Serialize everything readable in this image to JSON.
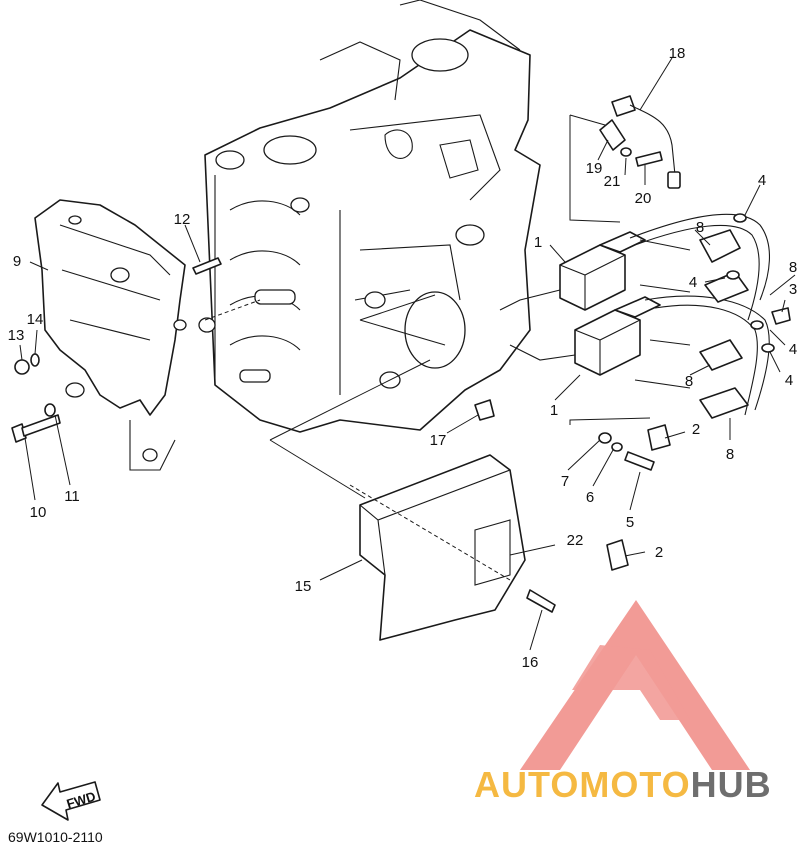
{
  "diagram": {
    "part_code": "69W1010-2110",
    "fwd_label": "FWD",
    "callouts": [
      {
        "id": "c1a",
        "text": "1"
      },
      {
        "id": "c1b",
        "text": "1"
      },
      {
        "id": "c2a",
        "text": "2"
      },
      {
        "id": "c2b",
        "text": "2"
      },
      {
        "id": "c3",
        "text": "3"
      },
      {
        "id": "c4a",
        "text": "4"
      },
      {
        "id": "c4b",
        "text": "4"
      },
      {
        "id": "c4c",
        "text": "4"
      },
      {
        "id": "c4d",
        "text": "4"
      },
      {
        "id": "c5",
        "text": "5"
      },
      {
        "id": "c6",
        "text": "6"
      },
      {
        "id": "c7",
        "text": "7"
      },
      {
        "id": "c8a",
        "text": "8"
      },
      {
        "id": "c8b",
        "text": "8"
      },
      {
        "id": "c8c",
        "text": "8"
      },
      {
        "id": "c8d",
        "text": "8"
      },
      {
        "id": "c9",
        "text": "9"
      },
      {
        "id": "c10",
        "text": "10"
      },
      {
        "id": "c11",
        "text": "11"
      },
      {
        "id": "c12",
        "text": "12"
      },
      {
        "id": "c13",
        "text": "13"
      },
      {
        "id": "c14",
        "text": "14"
      },
      {
        "id": "c15",
        "text": "15"
      },
      {
        "id": "c16",
        "text": "16"
      },
      {
        "id": "c17",
        "text": "17"
      },
      {
        "id": "c18",
        "text": "18"
      },
      {
        "id": "c19",
        "text": "19"
      },
      {
        "id": "c20",
        "text": "20"
      },
      {
        "id": "c21",
        "text": "21"
      },
      {
        "id": "c22",
        "text": "22"
      }
    ]
  },
  "watermark": {
    "part1": "AUTOMOTO",
    "part2": "HUB",
    "color_primary": "#f08a84",
    "color_accent": "#f5b942",
    "color_dark": "#6e6e6e"
  }
}
